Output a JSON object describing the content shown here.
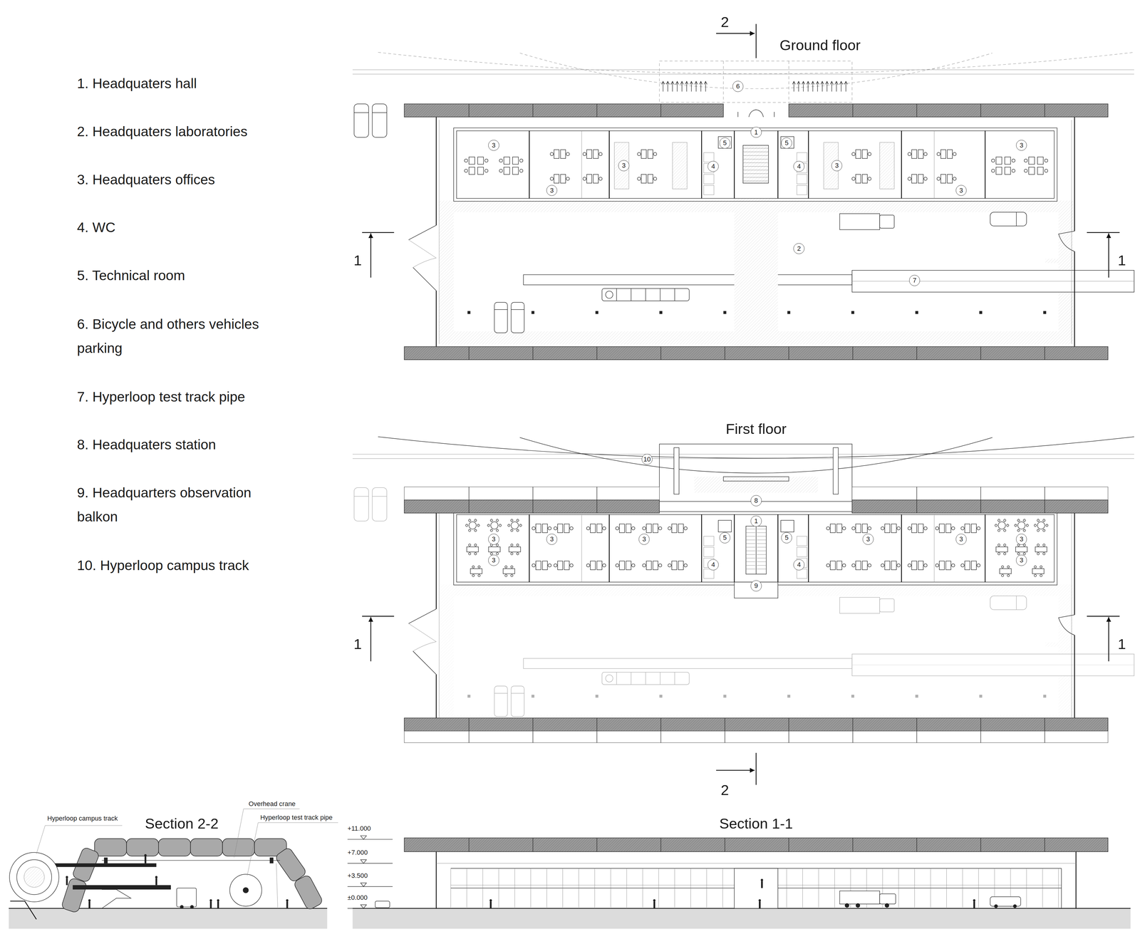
{
  "diagram": {
    "labels": [
      "1. Headquaters hall",
      "2. Headquaters laboratories",
      "3. Headquaters offices",
      "4. WC",
      "5. Technical room",
      "6. Bicycle and others vehicles parking",
      "7. Hyperloop test track pipe",
      "8. Headquaters station",
      "9. Headquarters observation balkon",
      "10. Hyperloop campus track",
      "2",
      "Ground floor",
      "6",
      "1",
      "3",
      "5",
      "5",
      "3",
      "4",
      "3",
      "4",
      "3",
      "3",
      "3",
      "1",
      "2",
      "1",
      "7",
      "First floor",
      "10",
      "8",
      "1",
      "3",
      "3",
      "3",
      "5",
      "5",
      "3",
      "3",
      "3",
      "3",
      "3",
      "4",
      "4",
      "9",
      "1",
      "1",
      "2",
      "Overhead crane",
      "Hyperloop campus track",
      "Section 2-2",
      "Hyperloop test track pipe",
      "Section 1-1",
      "+11.000",
      "+7.000",
      "+3.500",
      "±0.000"
    ]
  }
}
